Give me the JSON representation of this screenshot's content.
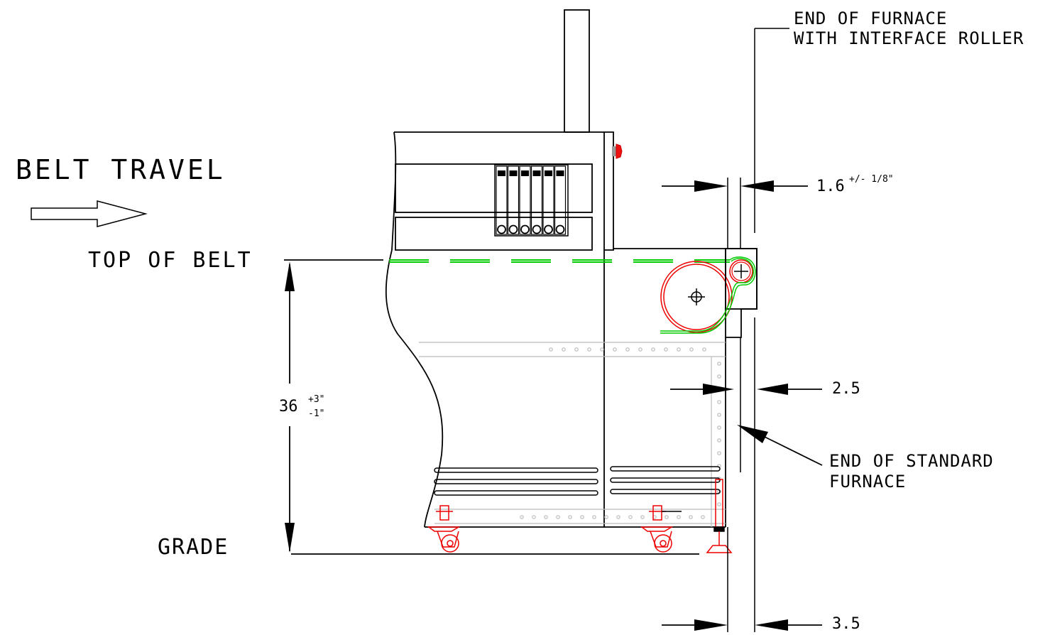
{
  "labels": {
    "belt_travel": "BELT TRAVEL",
    "top_of_belt": "TOP OF BELT",
    "grade": "GRADE",
    "end_interface_line1": "END OF FURNACE",
    "end_interface_line2": "WITH INTERFACE ROLLER",
    "end_standard_line1": "END OF STANDARD",
    "end_standard_line2": "FURNACE"
  },
  "dimensions": {
    "gap_value": "1.6",
    "gap_tolerance": "+/- 1/8\"",
    "height_value": "36",
    "height_tol_plus": "+3\"",
    "height_tol_minus": "-1\"",
    "standard_offset": "2.5",
    "interface_offset": "3.5"
  },
  "colors": {
    "line": "#000000",
    "belt": "#00dd00",
    "roller": "#ff0000",
    "caster": "#ff0000",
    "panel_rivet": "#bbbbbb"
  }
}
